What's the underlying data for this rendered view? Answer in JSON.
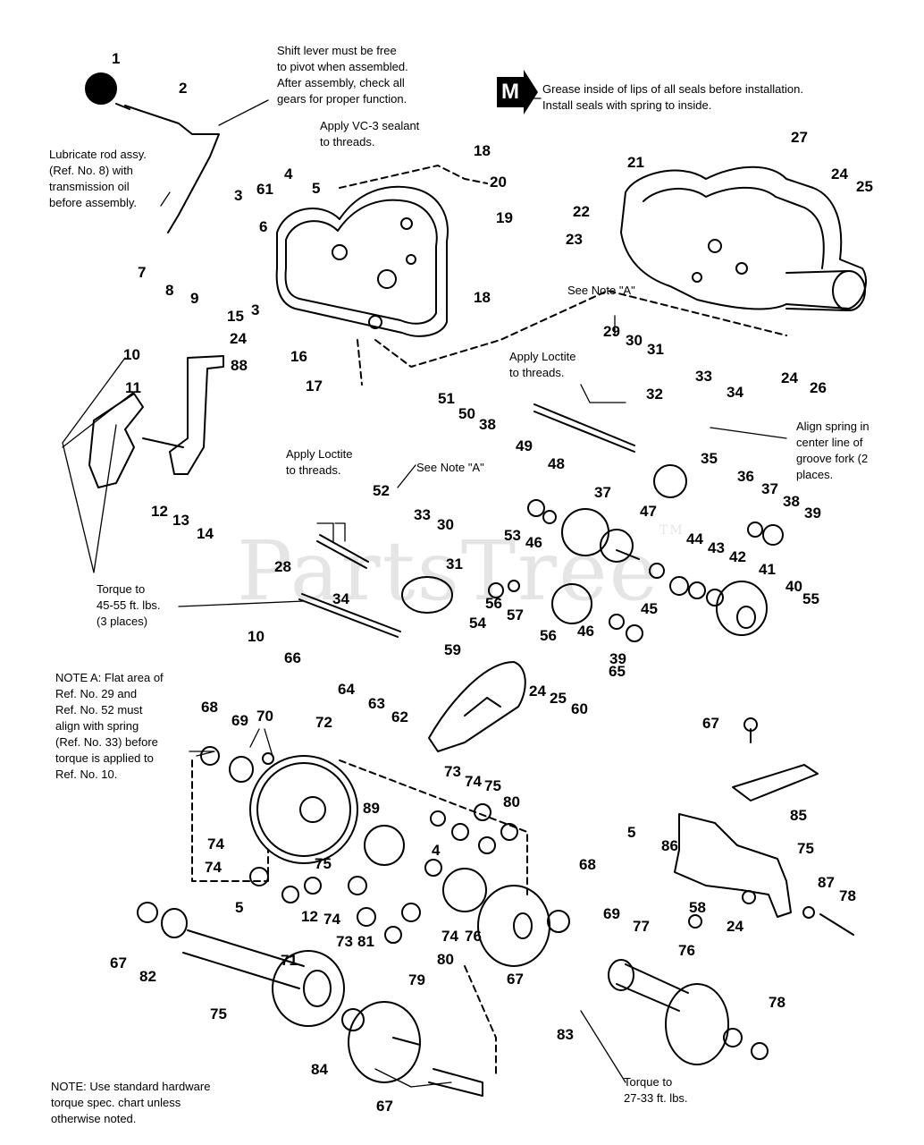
{
  "watermark": "PartsTree",
  "watermark_tm": "TM",
  "m_label": "M",
  "notes": {
    "shift_lever": "Shift lever must be free\nto pivot when assembled.\nAfter assembly, check all\ngears for proper function.",
    "grease": "Grease inside of lips of all seals before installation.\nInstall seals with spring to inside.",
    "vc3": "Apply VC-3 sealant\nto threads.",
    "lubricate": "Lubricate rod assy.\n(Ref. No. 8) with\ntransmission oil\nbefore assembly.",
    "see_note_a_1": "See Note \"A\"",
    "loctite_1": "Apply Loctite\nto threads.",
    "align_spring": "Align spring in\ncenter line of\ngroove fork (2\nplaces.",
    "loctite_2": "Apply Loctite\nto threads.",
    "see_note_a_2": "See Note \"A\"",
    "torque_45": "Torque to\n45-55 ft. lbs.\n(3 places)",
    "note_a": "NOTE A: Flat area of\nRef. No. 29 and\nRef. No. 52 must\nalign with spring\n(Ref. No. 33) before\ntorque is applied to\nRef. No. 10.",
    "standard_hw": "NOTE: Use standard hardware\ntorque spec. chart unless\notherwise noted.",
    "torque_27": "Torque to\n27-33 ft. lbs."
  },
  "part_numbers": [
    "1",
    "2",
    "61",
    "3",
    "4",
    "5",
    "18",
    "20",
    "19",
    "21",
    "22",
    "27",
    "24",
    "25",
    "23",
    "7",
    "8",
    "6",
    "9",
    "3",
    "15",
    "24",
    "88",
    "16",
    "17",
    "18",
    "10",
    "11",
    "12",
    "13",
    "14",
    "29",
    "30",
    "31",
    "33",
    "34",
    "32",
    "51",
    "50",
    "38",
    "49",
    "48",
    "24",
    "26",
    "52",
    "28",
    "33",
    "30",
    "31",
    "54",
    "10",
    "34",
    "66",
    "37",
    "35",
    "36",
    "37",
    "38",
    "39",
    "53",
    "46",
    "47",
    "46",
    "45",
    "44",
    "43",
    "42",
    "41",
    "40",
    "55",
    "56",
    "57",
    "56",
    "39",
    "65",
    "64",
    "63",
    "62",
    "59",
    "24",
    "25",
    "60",
    "67",
    "68",
    "69",
    "70",
    "72",
    "73",
    "74",
    "75",
    "80",
    "89",
    "4",
    "5",
    "86",
    "85",
    "75",
    "74",
    "74",
    "75",
    "12",
    "74",
    "73",
    "81",
    "5",
    "71",
    "74",
    "80",
    "76",
    "68",
    "69",
    "58",
    "24",
    "87",
    "78",
    "67",
    "82",
    "75",
    "79",
    "67",
    "77",
    "76",
    "83",
    "84",
    "67",
    "78"
  ]
}
